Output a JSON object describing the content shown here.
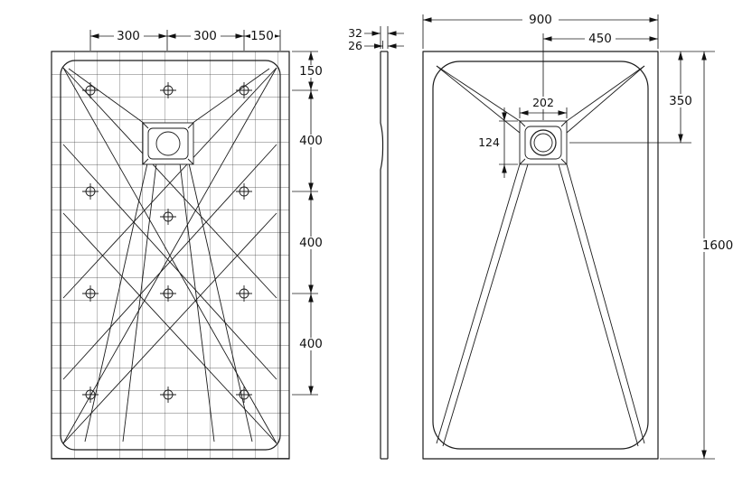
{
  "colors": {
    "background": "#ffffff",
    "line": "#1a1a1a"
  },
  "bottom_view": {
    "top_dims": [
      "300",
      "300",
      "150"
    ],
    "side_dims": [
      "150",
      "400",
      "400",
      "400"
    ]
  },
  "side_view": {
    "dims": [
      "32",
      "26"
    ]
  },
  "top_view": {
    "overall_width": "900",
    "drain_center_from_right": "450",
    "drain_width": "202",
    "drain_height": "124",
    "drain_center_from_top": "350",
    "overall_length": "1600"
  }
}
